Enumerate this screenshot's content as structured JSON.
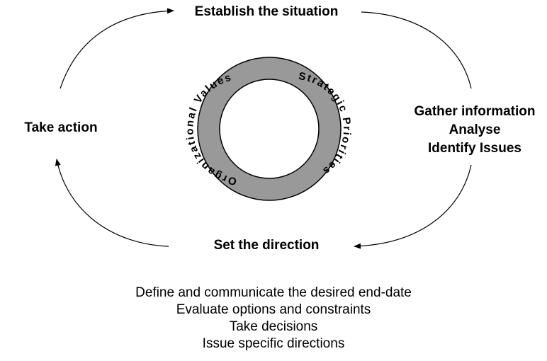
{
  "nodes": {
    "top": "Establish the situation",
    "right": [
      "Gather information",
      "Analyse",
      "Identify Issues"
    ],
    "bottom": "Set the direction",
    "left": "Take action"
  },
  "ring": {
    "left_text": "Organizational Values",
    "right_text": "Strategic Priorities",
    "fill_color": "#999999",
    "stroke_color": "#000000"
  },
  "direction_details": [
    "Define and communicate the desired end-date",
    "Evaluate options and constraints",
    "Take decisions",
    "Issue specific directions"
  ]
}
